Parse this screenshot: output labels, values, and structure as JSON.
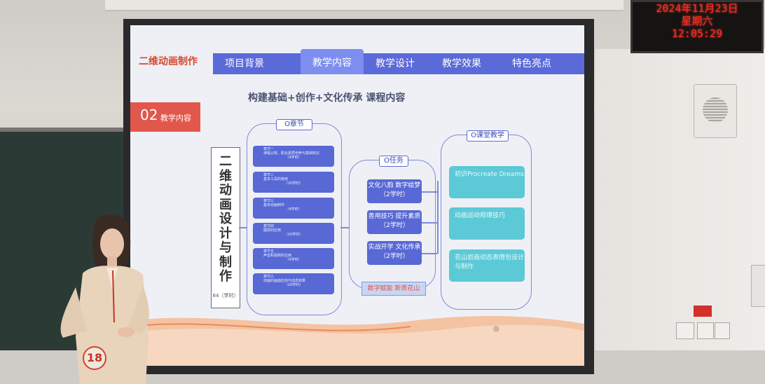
{
  "clock": {
    "date": "2024年11月23日",
    "weekday": "星期六",
    "time": "12:05:29"
  },
  "slide": {
    "brand": "二维动画制作",
    "nav": [
      "项目背景",
      "教学内容",
      "教学设计",
      "教学效果",
      "特色亮点"
    ],
    "active_nav": "教学内容",
    "heading": "构建基础+创作+文化传承 课程内容",
    "section_number": "02",
    "section_label": "教学内容",
    "course_title_chars": [
      "二",
      "维",
      "动",
      "画",
      "设",
      "计",
      "与",
      "制",
      "作"
    ],
    "course_hours": "64（学时）",
    "chapters_label": "O章节",
    "chapters": [
      {
        "title": "章节一",
        "desc": "课程认知、职业素质培养与基础知识",
        "hours": "（4学时）"
      },
      {
        "title": "章节二",
        "desc": "基本工具的使用",
        "hours": "（20学时）"
      },
      {
        "title": "章节三",
        "desc": "基本动画制作",
        "hours": "（4学时）"
      },
      {
        "title": "章节四",
        "desc": "图层的应用",
        "hours": "（16学时）"
      },
      {
        "title": "章节五",
        "desc": "声音和视频的应用",
        "hours": "（4学时）"
      },
      {
        "title": "章节六",
        "desc": "动画的画面应用与动态效果",
        "hours": "（16学时）"
      }
    ],
    "tasks_label": "O任务",
    "tasks": [
      {
        "title": "文化八韵 数字绘梦",
        "hours": "（2学时）"
      },
      {
        "title": "善用技巧 提升素质",
        "hours": "（2学时）"
      },
      {
        "title": "实战开学 文化传承",
        "hours": "（2学时）"
      }
    ],
    "tasks_footer": "数字赋能 新质花山",
    "classroom_label": "O课堂教学",
    "results": [
      "初识Procreate Dreams",
      "动画运动规律技巧",
      "花山岩画动态表情包设计与制作"
    ]
  },
  "contestant_number": "18"
}
